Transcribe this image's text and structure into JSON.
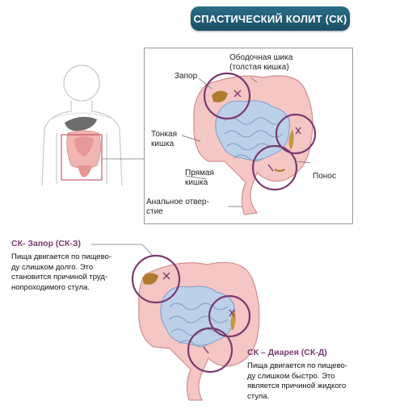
{
  "title": "СПАСТИЧЕСКИЙ КОЛИТ (СК)",
  "labels": {
    "colon_line1": "Ободочная шика",
    "colon_line2": "(толстая кишка)",
    "constipation": "Запор",
    "small_intestine_line1": "Тонкая",
    "small_intestine_line2": "кишка",
    "rectum_line1": "Прямая",
    "rectum_line2": "кишка",
    "diarrhea": "Понос",
    "anus_line1": "Анальное отвер-",
    "anus_line2": "стие"
  },
  "constipation_section": {
    "title": "СК- Запор (СК-З)",
    "lines": [
      "Пища двигается по пищево-",
      "ду слишком долго. Это",
      "становится причиной труд-",
      "нопроходимого стула."
    ]
  },
  "diarrhea_section": {
    "title": "СК – Диарея (СК-Д)",
    "lines": [
      "Пища двигается по пищево-",
      "ду слишком быстро. Это",
      "является причиной жидкого",
      "стула."
    ]
  },
  "colors": {
    "badge": "#1f5a73",
    "accent_purple": "#7b3a70",
    "colon_pink": "#f4c6c4",
    "small_intestine_blue": "#bcd0ea",
    "stool_brown": "#b07b2c"
  }
}
